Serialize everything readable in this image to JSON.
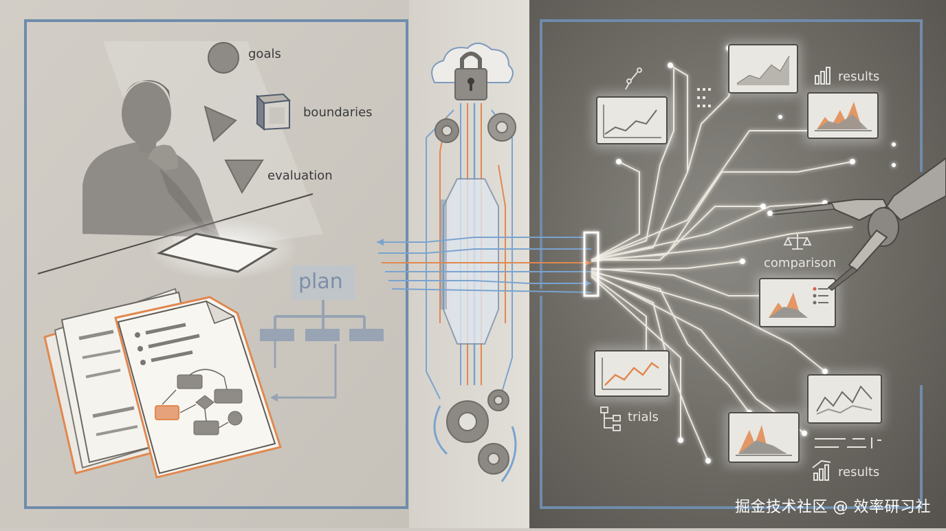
{
  "left_panel": {
    "concepts": [
      {
        "label": "goals",
        "icon": "circle-icon"
      },
      {
        "label": "boundaries",
        "icon": "cube-icon"
      },
      {
        "label": "evaluation",
        "icon": "triangle-icon"
      }
    ],
    "plan_label": "plan"
  },
  "right_panel": {
    "results_top": "results",
    "comparison": "comparison",
    "trials": "trials",
    "results_bottom": "results"
  },
  "watermark": "掘金技术社区 @ 效率研习社",
  "colors": {
    "left_bg": "#cdc9c2",
    "right_bg": "#6b6862",
    "frame_blue": "#6f8cab",
    "accent_orange": "#e0884f",
    "accent_blue": "#7aa3cf",
    "glow": "#f3efe6"
  }
}
